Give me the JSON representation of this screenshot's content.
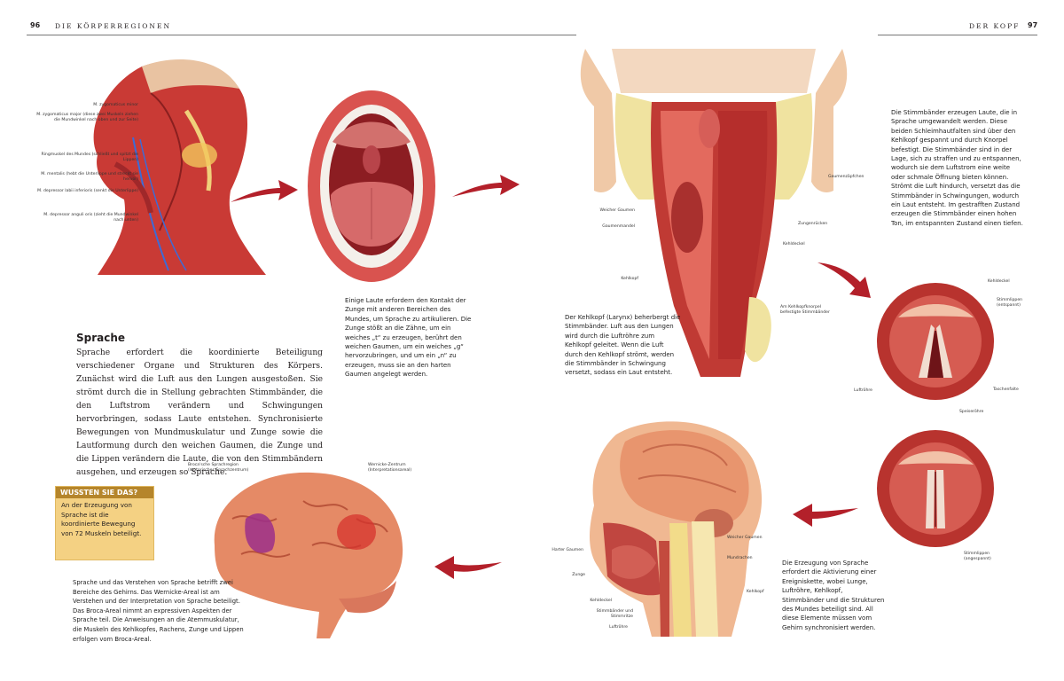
{
  "header": {
    "left_page": "96",
    "left_title": "DIE KÖRPERREGIONEN",
    "right_title": "DER KOPF",
    "right_page": "97"
  },
  "face_labels": [
    "M. zygomaticus minor",
    "M. zygomaticus major (diese zwei Muskeln ziehen die Mundwinkel nach oben und zur Seite)",
    "Ringmuskel des Mundes (schließt und spitzt die Lippen)",
    "M. mentalis (hebt die Unterlippe und streckt sie hervor)",
    "M. depressor labii inferioris (senkt die Unterlippe)",
    "M. depressor anguli oris (zieht die Mundwinkel nach unten)"
  ],
  "mouth_caption": "Einige Laute erfordern den Kontakt der Zunge mit anderen Bereichen des Mundes, um Sprache zu artikulieren. Die Zunge stößt an die Zähne, um ein weiches „t“ zu erzeugen, berührt den weichen Gaumen, um ein weiches „g“ hervorzubringen, und um ein „n“ zu erzeugen, muss sie an den harten Gaumen angelegt werden.",
  "section": {
    "title": "Sprache",
    "body": "Sprache erfordert die koordinierte Beteiligung verschiedener Organe und Strukturen des Körpers. Zunächst wird die Luft aus den Lungen ausgestoßen. Sie strömt durch die in Stellung gebrachten Stimmbänder, die den Luftstrom verändern und Schwingungen hervorbringen, sodass Laute entstehen. Synchronisierte Bewegungen von Mundmuskulatur und Zunge sowie die Lautformung durch den weichen Gaumen, die Zunge und die Lippen verändern die Laute, die von den Stimmbändern ausgehen, und erzeugen so Sprache."
  },
  "did_you_know": {
    "title": "WUSSTEN SIE DAS?",
    "text": "An der Erzeugung von Sprache ist die koordinierte Bewegung von 72 Muskeln beteiligt."
  },
  "brain_labels": {
    "broca": "Broca'sche Sprachregion (motorisches Sprachzentrum)",
    "wernicke": "Wernicke-Zentrum (Interpretationsareal)"
  },
  "brain_caption": "Sprache und das Verstehen von Sprache betrifft zwei Bereiche des Gehirns. Das Wernicke-Areal ist am Verstehen und der Interpretation von Sprache beteiligt. Das Broca-Areal nimmt an expressiven Aspekten der Sprache teil. Die Anweisungen an die Atemmuskulatur, die Muskeln des Kehlkopfes, Rachens, Zunge und Lippen erfolgen vom Broca-Areal.",
  "throat_labels": {
    "gaumenzaepfchen": "Gaumenzäpfchen",
    "weicher_gaumen": "Weicher Gaumen",
    "zungenruecken": "Zungenrücken",
    "gaumenmandel": "Gaumenmandel",
    "kehldeckel": "Kehldeckel",
    "kehlkopf": "Kehlkopf",
    "stimmbaender": "Am Kehlkopfknorpel befestigte Stimmbänder"
  },
  "larynx_caption": "Der Kehlkopf (Larynx) beherbergt die Stimmbänder. Luft aus den Lungen wird durch die Luftröhre zum Kehlkopf geleitet. Wenn die Luft durch den Kehlkopf strömt, werden die Stimmbänder in Schwingung versetzt, sodass ein Laut entsteht.",
  "vocal_caption": "Die Stimmbänder erzeugen Laute, die in Sprache umgewandelt werden. Diese beiden Schleimhautfalten sind über den Kehlkopf gespannt und durch Knorpel befestigt. Die Stimmbänder sind in der Lage, sich zu straffen und zu entspannen, wodurch sie dem Luftstrom eine weite oder schmale Öffnung bieten können. Strömt die Luft hindurch, versetzt das die Stimmbänder in Schwingungen, wodurch ein Laut entsteht. Im gestrafften Zustand erzeugen die Stimmbänder einen hohen Ton, im entspannten Zustand einen tiefen.",
  "vocal_labels": {
    "kehldeckel": "Kehldeckel",
    "stimmlippen_entspannt": "Stimmlippen (entspannt)",
    "luftroehre": "Luftröhre",
    "taschenfalte": "Taschenfalte",
    "speiseroehre": "Speiseröhre",
    "stimmlippen_angespannt": "Stimmlippen (angespannt)"
  },
  "head_labels": {
    "harter_gaumen": "Harter Gaumen",
    "weicher_gaumen": "Weicher Gaumen",
    "mundrachen": "Mundrachen",
    "zunge": "Zunge",
    "kehlkopf": "Kehlkopf",
    "kehldeckel": "Kehldeckel",
    "stimmbaender": "Stimmbänder und Stimmritze",
    "luftroehre": "Luftröhre"
  },
  "head_caption": "Die Erzeugung von Sprache erfordert die Aktivierung einer Ereigniskette, wobei Lunge, Luftröhre, Kehlkopf, Stimmbänder und die Strukturen des Mundes beteiligt sind. All diese Elemente müssen vom Gehirn synchronisiert werden.",
  "colors": {
    "arrow": "#b3202a",
    "box_header": "#b5852b",
    "box_fill": "#f4d183"
  }
}
